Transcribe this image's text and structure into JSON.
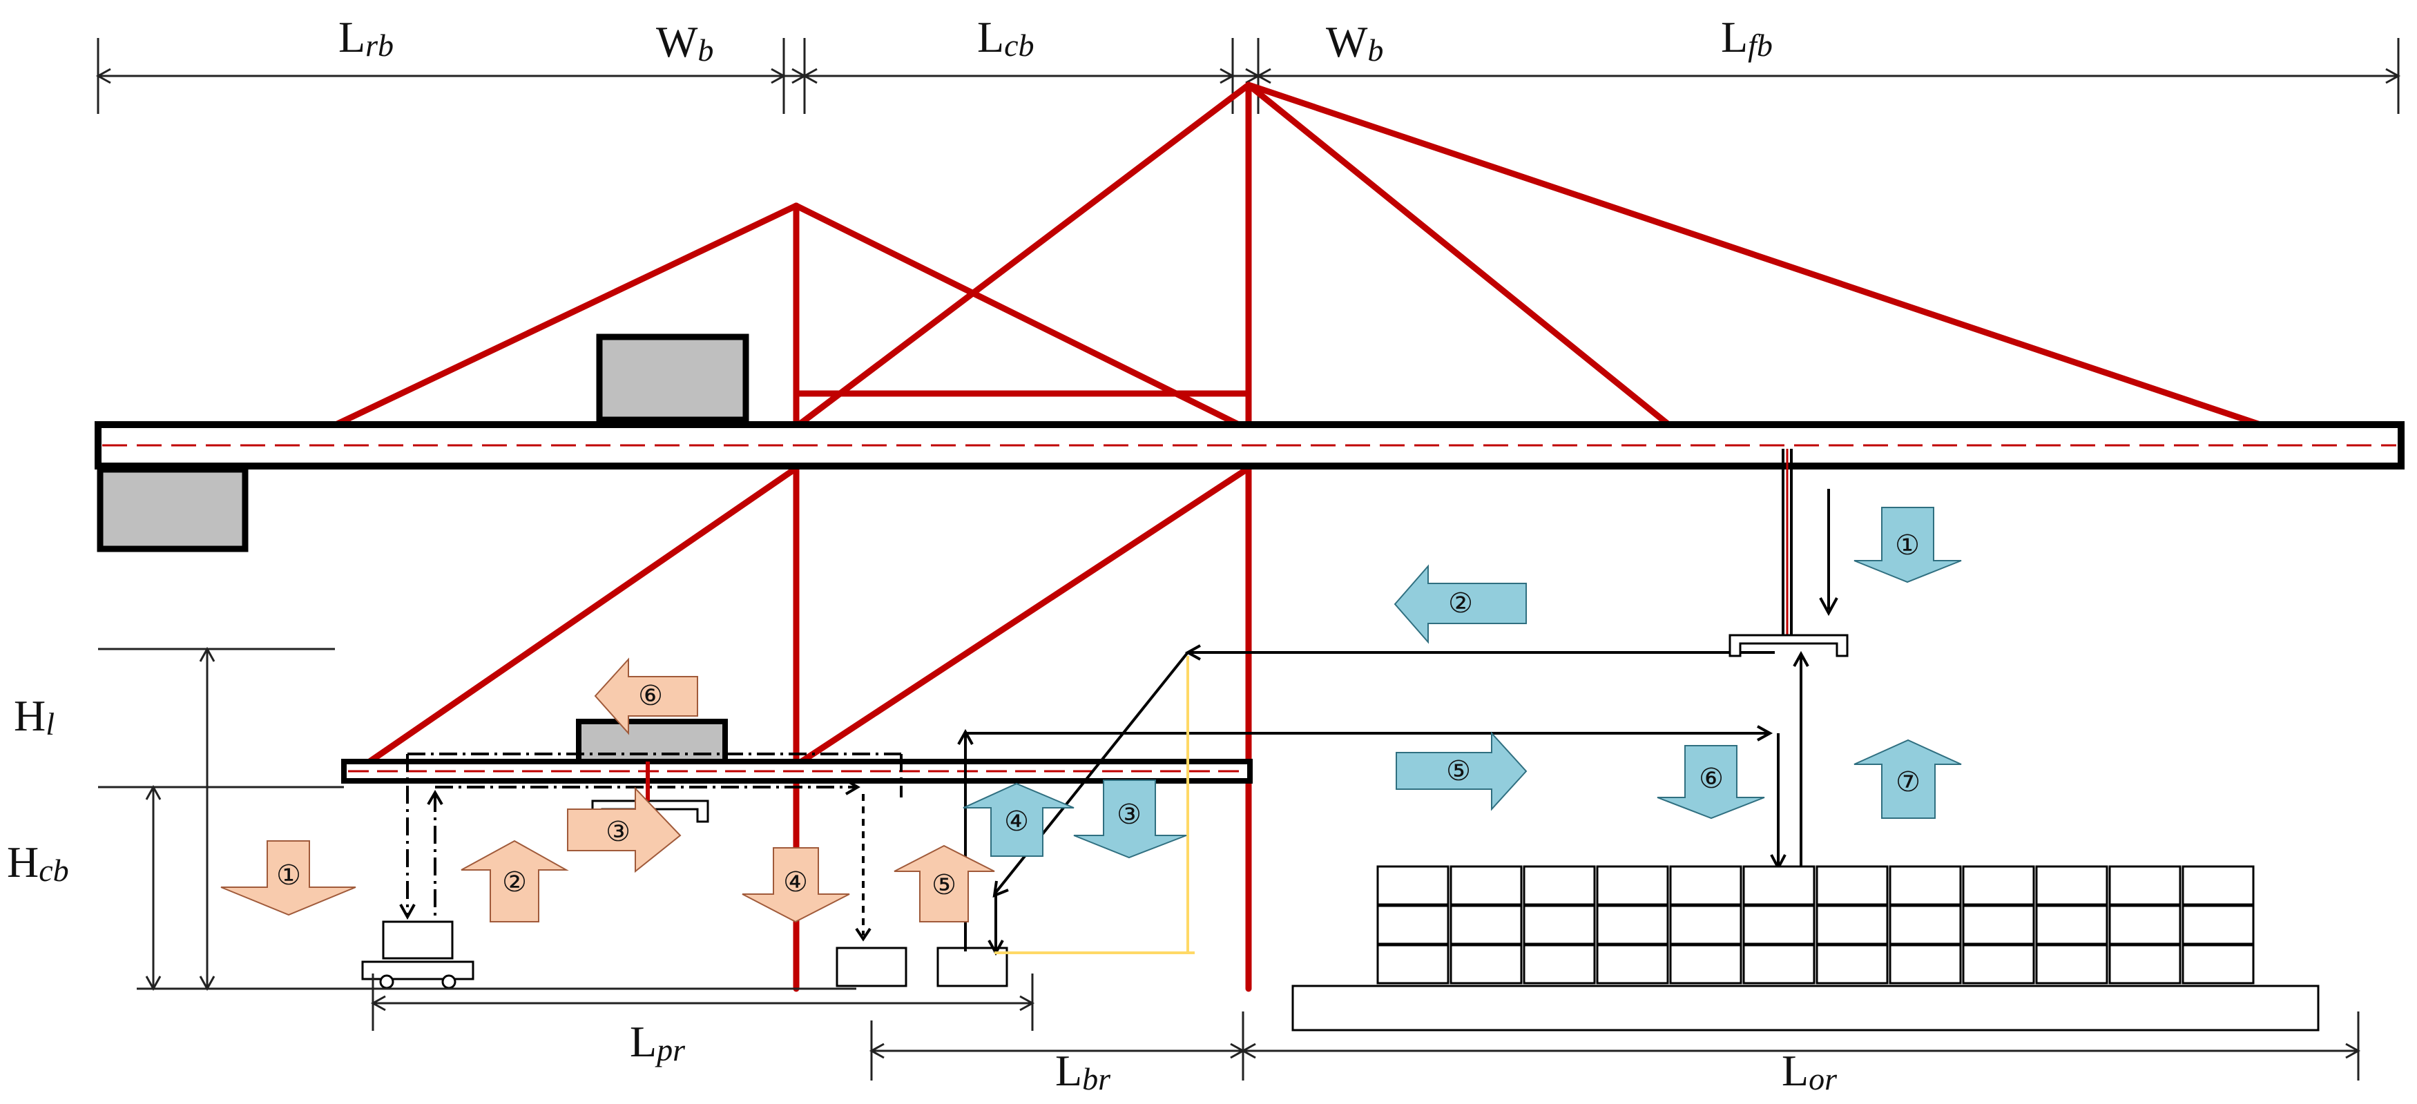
{
  "dimensions": {
    "rear_boom": {
      "main": "L",
      "sub": "rb"
    },
    "backreach_width_left": {
      "main": "W",
      "sub": "b"
    },
    "cross_beam": {
      "main": "L",
      "sub": "cb"
    },
    "backreach_width_right": {
      "main": "W",
      "sub": "b"
    },
    "front_boom": {
      "main": "L",
      "sub": "fb"
    },
    "lift_height": {
      "main": "H",
      "sub": "l"
    },
    "cross_beam_height": {
      "main": "H",
      "sub": "cb"
    },
    "platform_reach": {
      "main": "L",
      "sub": "pr"
    },
    "backreach": {
      "main": "L",
      "sub": "br"
    },
    "outreach": {
      "main": "L",
      "sub": "or"
    }
  },
  "orange_steps": [
    "①",
    "②",
    "③",
    "④",
    "⑤",
    "⑥"
  ],
  "blue_steps": [
    "①",
    "②",
    "③",
    "④",
    "⑤",
    "⑥",
    "⑦"
  ],
  "colors": {
    "structure_red": "#c00000",
    "orange_arrow": "#f8cbad",
    "blue_arrow": "#92cddc",
    "trolley_gray": "#bfbfbf",
    "yellow_path": "#ffd966"
  }
}
